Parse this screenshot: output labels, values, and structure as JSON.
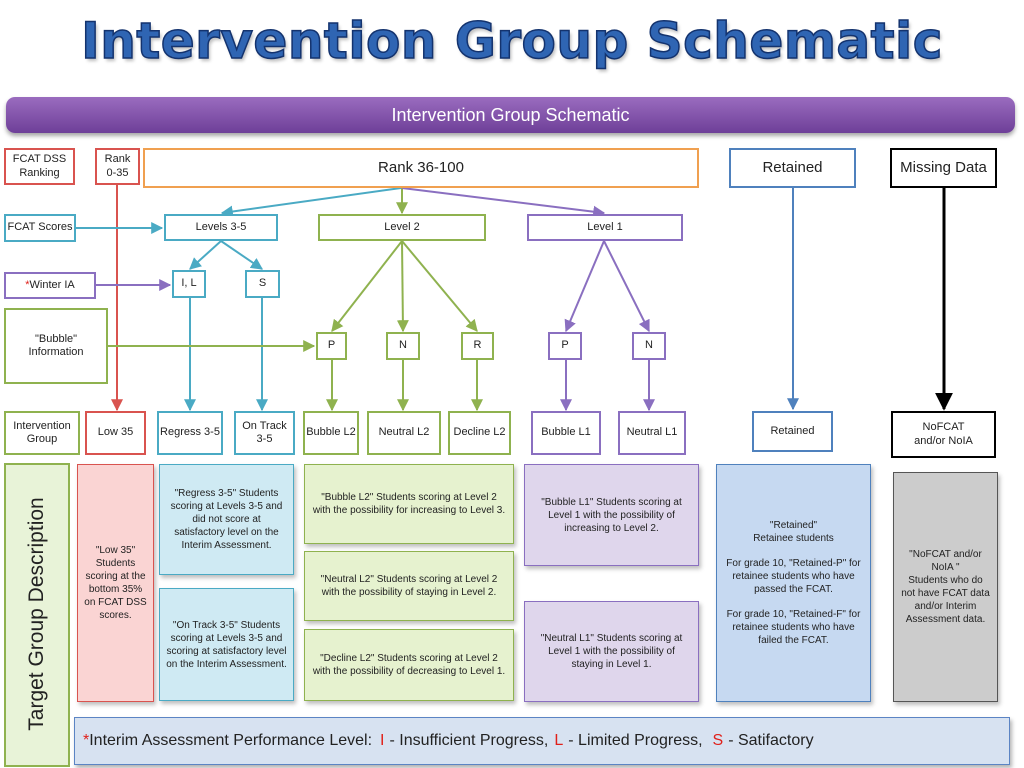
{
  "title": "Intervention Group Schematic",
  "banner": "Intervention Group Schematic",
  "colors": {
    "title": "#2f65b3",
    "red": "#d9534f",
    "orange": "#f0a050",
    "teal": "#4aaac4",
    "green": "#8fb24f",
    "purple": "#8a6fc0",
    "blue": "#4f81bd",
    "black": "#000000",
    "accent_red": "#e0201a"
  },
  "left": {
    "ranking": "FCAT DSS Ranking",
    "scores": "FCAT Scores",
    "winter_star": "*",
    "winter": "Winter  IA",
    "bubble_info": "\"Bubble\" Information",
    "intervention_group": "Intervention Group"
  },
  "nodes": {
    "rank_low": "Rank 0-35",
    "rank_high": "Rank 36-100",
    "retained": "Retained",
    "missing": "Missing Data",
    "level35": "Levels 3-5",
    "level2": "Level 2",
    "level1": "Level 1",
    "il": "I, L",
    "s": "S",
    "p_green": "P",
    "n_green": "N",
    "r_green": "R",
    "p_purple": "P",
    "n_purple": "N"
  },
  "groups": {
    "low35": "Low 35",
    "regress": "Regress 3-5",
    "ontrack": "On Track 3-5",
    "bubble_l2": "Bubble L2",
    "neutral_l2": "Neutral L2",
    "decline_l2": "Decline L2",
    "bubble_l1": "Bubble L1",
    "neutral_l1": "Neutral L1",
    "retained": "Retained",
    "nofcat": "NoFCAT and/or NoIA"
  },
  "side_label": "Target Group Description",
  "descriptions": {
    "low35": "\"Low 35\" Students scoring at the bottom 35% on FCAT DSS scores.",
    "regress": "\"Regress 3-5\" Students scoring at Levels 3-5 and did not score at satisfactory level on the Interim Assessment.",
    "ontrack": "\"On Track 3-5\" Students scoring at Levels 3-5 and scoring at satisfactory level on the Interim Assessment.",
    "bubble_l2": "\"Bubble L2\" Students scoring at Level 2 with the possibility for increasing to Level 3.",
    "neutral_l2": "\"Neutral L2\" Students scoring at Level 2 with the possibility of staying in Level 2.",
    "decline_l2": "\"Decline L2\" Students scoring at Level 2 with the possibility of decreasing to Level 1.",
    "bubble_l1": "\"Bubble L1\" Students scoring at Level 1 with the possibility of increasing to Level 2.",
    "neutral_l1": "\"Neutral L1\" Students scoring at Level 1 with the possibility of staying in Level 1.",
    "retained_title": "\"Retained\"",
    "retained_sub": "Retainee students",
    "retained_p": "For grade 10, \"Retained-P\" for retainee students who have passed the FCAT.",
    "retained_f": "For grade 10, \"Retained-F\" for retainee students who have failed the FCAT.",
    "nofcat_title": "\"NoFCAT and/or NoIA \"",
    "nofcat_body": "Students who do not have FCAT data and/or Interim Assessment data."
  },
  "legend": {
    "star": "*",
    "label": "Interim Assessment Performance Level:",
    "i_letter": "I",
    "i_text": "- Insufficient Progress,",
    "l_letter": "L",
    "l_text": "- Limited Progress,",
    "s_letter": "S",
    "s_text": "- Satifactory"
  }
}
